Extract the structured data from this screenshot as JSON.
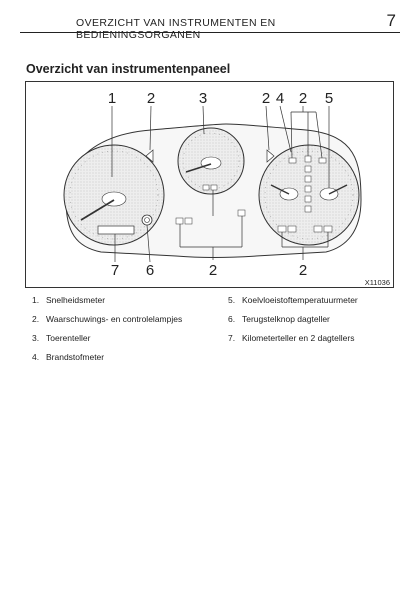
{
  "header": {
    "title": "OVERZICHT VAN INSTRUMENTEN EN BEDIENINGSORGANEN",
    "page_number": "7"
  },
  "section_title": "Overzicht van instrumentenpaneel",
  "figure": {
    "callouts_top": [
      "1",
      "2",
      "3",
      "2",
      "4",
      "2",
      "5"
    ],
    "callouts_bottom": [
      "7",
      "6",
      "2",
      "2"
    ],
    "figure_code": "X11036"
  },
  "legend": [
    {
      "num": "1.",
      "label": "Snelheidsmeter"
    },
    {
      "num": "2.",
      "label": "Waarschuwings- en controlelampjes"
    },
    {
      "num": "3.",
      "label": "Toerenteller"
    },
    {
      "num": "4.",
      "label": "Brandstofmeter"
    },
    {
      "num": "5.",
      "label": "Koelvloeistoftemperatuurmeter"
    },
    {
      "num": "6.",
      "label": "Terugstelknop dagteller"
    },
    {
      "num": "7.",
      "label": "Kilometerteller en 2 dagtellers"
    }
  ],
  "colors": {
    "line": "#333333",
    "gauge_fill": "#e9e9e9",
    "panel_fill": "#f7f7f7"
  }
}
